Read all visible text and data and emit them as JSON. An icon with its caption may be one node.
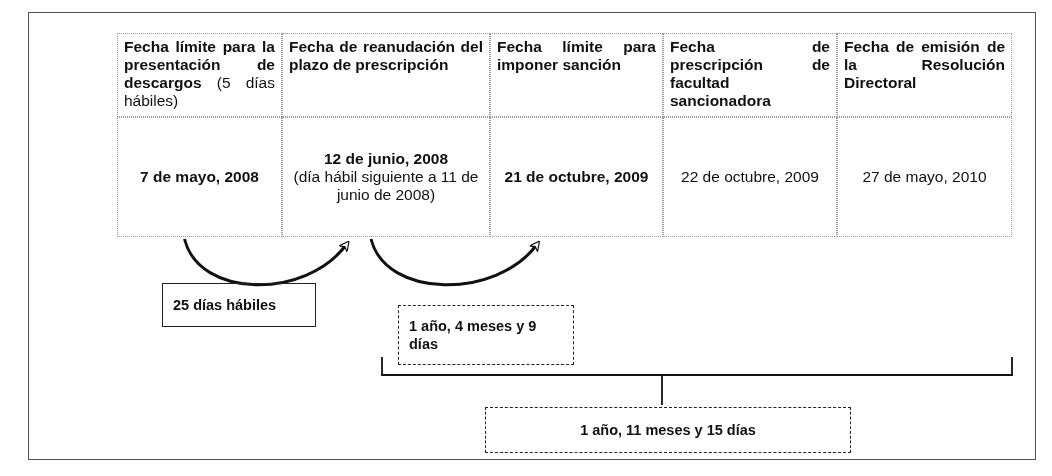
{
  "diagram": {
    "nodes": [
      {
        "text": [
          "Fecha límite para la presentación de descargos",
          "(5 días hábiles)"
        ]
      },
      {
        "text": [
          "Fecha de reanudación del plazo de prescripción"
        ]
      },
      {
        "text": [
          "Fecha límite para imponer sanción"
        ]
      },
      {
        "text": [
          "Fecha de prescripción de facultad sancionadora"
        ]
      },
      {
        "text": [
          "Fecha de emisión de la Resolución Directoral"
        ]
      },
      {
        "text": [
          "7 de mayo, 2008"
        ]
      },
      {
        "text": [
          "12 de junio, 2008",
          "(día hábil siguiente a 11 de junio de 2008)"
        ]
      },
      {
        "text": [
          "21 de octubre, 2009"
        ]
      },
      {
        "text": [
          "22 de octubre, 2009"
        ]
      },
      {
        "text": [
          "27 de mayo, 2010"
        ]
      },
      {
        "text": [
          "25 días hábiles"
        ]
      },
      {
        "text": [
          "1 año, 4 meses y 9 días"
        ]
      },
      {
        "text": [
          "1 año, 11 meses y 15 días"
        ]
      }
    ],
    "edges": [
      {
        "from": 5,
        "to": 6,
        "arrow": "to"
      },
      {
        "from": 6,
        "to": 7,
        "arrow": "to"
      }
    ]
  }
}
